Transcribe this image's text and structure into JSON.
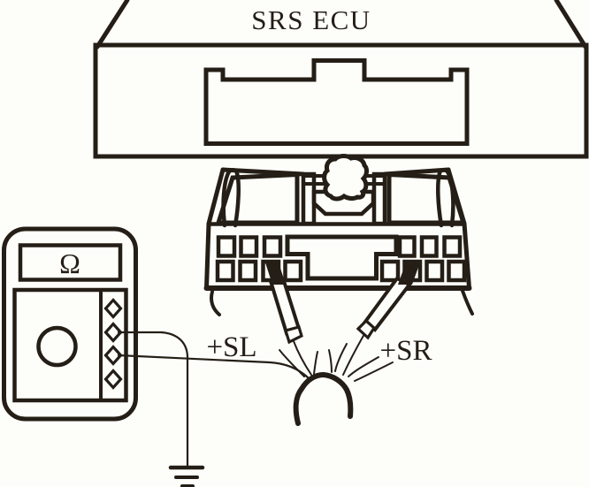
{
  "diagram": {
    "title_label": "SRS ECU",
    "meter_mode_label": "Ω",
    "left_signal_label": "+SL",
    "right_signal_label": "+SR"
  },
  "colors": {
    "ink": "#241e16",
    "background": "#fdfdfa"
  }
}
